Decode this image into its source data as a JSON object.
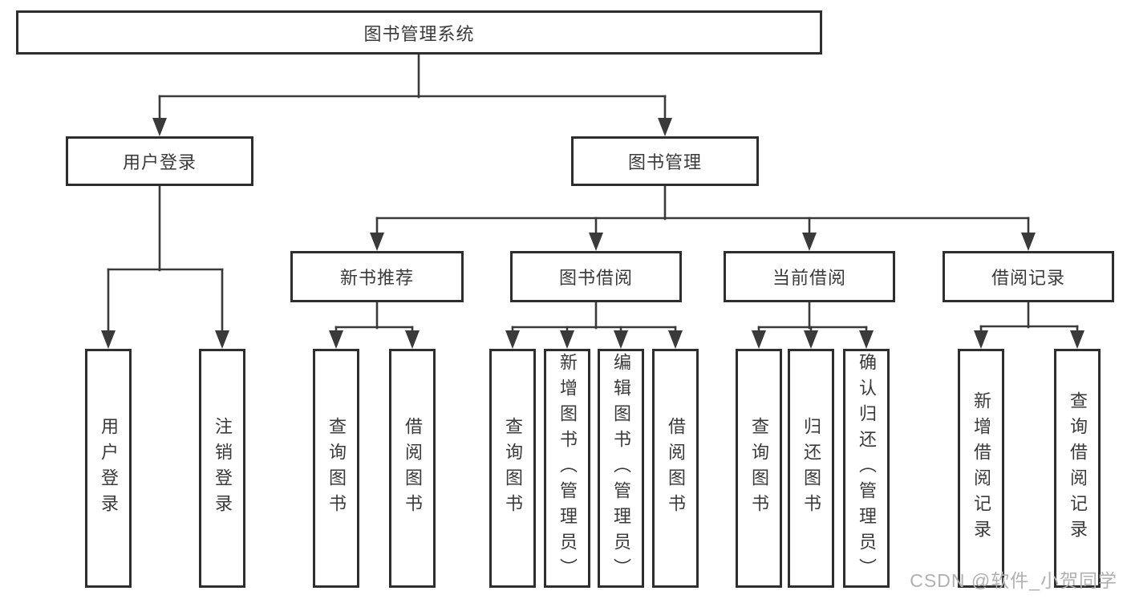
{
  "diagram": {
    "root": {
      "label": "图书管理系统"
    },
    "level2": [
      {
        "label": "用户登录"
      },
      {
        "label": "图书管理"
      }
    ],
    "level3": [
      {
        "label": "新书推荐"
      },
      {
        "label": "图书借阅"
      },
      {
        "label": "当前借阅"
      },
      {
        "label": "借阅记录"
      }
    ],
    "leaves": {
      "user_login": [
        "用户登录",
        "注销登录"
      ],
      "new_book": [
        "查询图书",
        "借阅图书"
      ],
      "book_borrow": [
        "查询图书",
        "新增图书（管理员）",
        "编辑图书（管理员）",
        "借阅图书"
      ],
      "current_borrow": [
        "查询图书",
        "归还图书",
        "确认归还（管理员）"
      ],
      "borrow_records": [
        "新增借阅记录",
        "查询借阅记录"
      ]
    }
  },
  "watermark": {
    "text": "CSDN @软件_小贺同学"
  },
  "colors": {
    "line": "#3a3a3a",
    "border": "#2e2e2e",
    "text": "#3a3a3a",
    "watermark": "#b0b0b0"
  }
}
